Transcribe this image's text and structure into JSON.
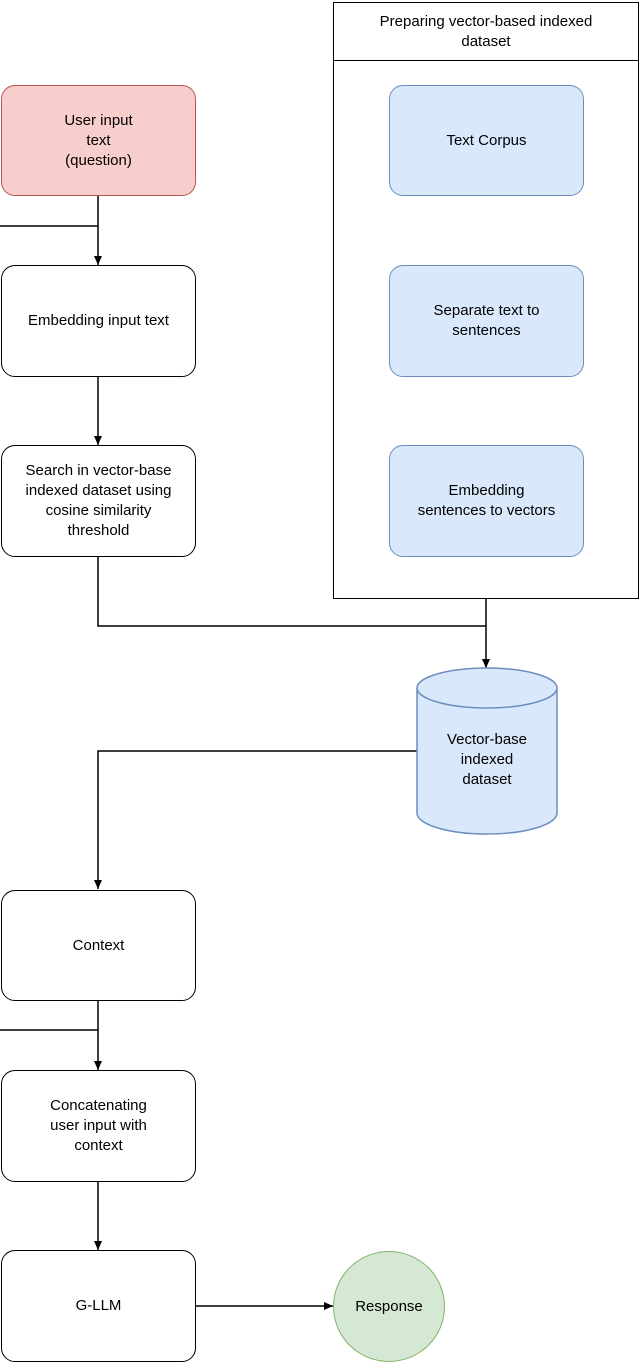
{
  "group": {
    "title": "Preparing vector-based indexed\ndataset"
  },
  "nodes": {
    "user_input": "User input\ntext\n(question)",
    "embedding_input": "Embedding input text",
    "search": "Search in vector-base\nindexed dataset using\ncosine similarity\nthreshold",
    "text_corpus": "Text Corpus",
    "separate": "Separate text to\nsentences",
    "embedding_sentences": "Embedding\nsentences to vectors",
    "vector_db": "Vector-base\nindexed\ndataset",
    "context": "Context",
    "concatenating": "Concatenating\nuser input with\ncontext",
    "gllm": "G-LLM",
    "response": "Response"
  },
  "colors": {
    "user_input_fill": "#f8cecc",
    "blue_fill": "#dae8fc",
    "response_fill": "#d5e8d4"
  }
}
